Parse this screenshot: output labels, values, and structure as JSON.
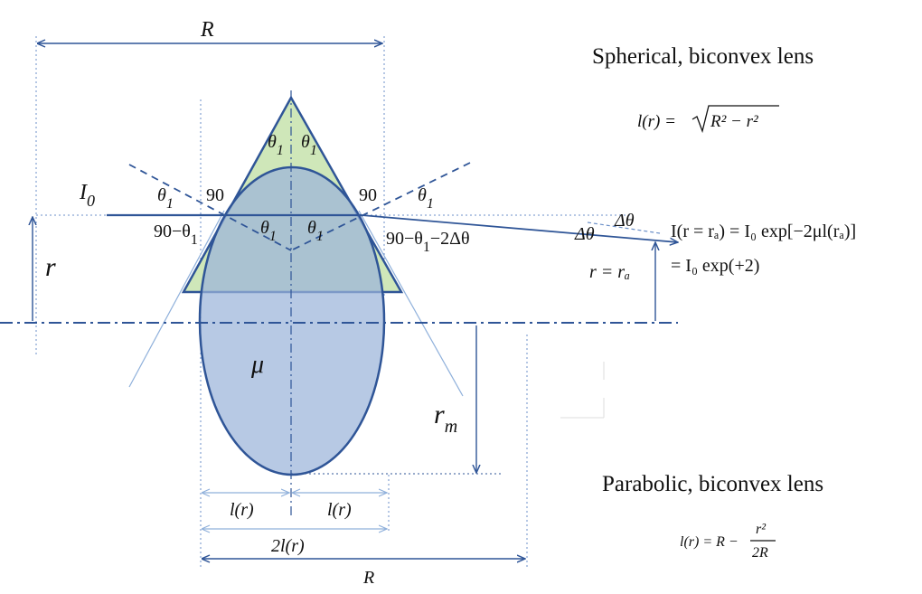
{
  "colors": {
    "line": "#2f5597",
    "light_line": "#8fb0db",
    "triangle_fill": "#cfe7b9",
    "ellipse_fill": "#9bb4d9",
    "text": "#111111"
  },
  "headings": {
    "spherical": "Spherical, biconvex lens",
    "parabolic": "Parabolic, biconvex lens"
  },
  "formulas": {
    "spherical": {
      "lhs": "l(r) =",
      "sqrt_content": "R² − r²"
    },
    "parabolic": {
      "lhs": "l(r) = R −",
      "numerator": "r²",
      "denominator": "2R"
    },
    "intensity_line1": "I(r = rₐ) = I₀ exp[−2μl(rₐ)]",
    "intensity_line2": "= I₀ exp(+2)"
  },
  "labels": {
    "R_top": "R",
    "R_bottom": "R",
    "r": "r",
    "r_m": "r",
    "r_m_sub": "m",
    "r_eq_ra": "r = rₐ",
    "I0": "I",
    "I0_sub": "0",
    "mu": "μ",
    "l_r_left": "l(r)",
    "l_r_right": "l(r)",
    "two_l_r": "2l(r)",
    "theta": "θ",
    "theta_sub": "1",
    "ninety": "90",
    "ninety_minus_theta": "90−θ",
    "ninety_minus_theta_2d": "90−θ",
    "ninety_minus_theta_2d_tail": "−2Δθ",
    "delta_theta": "Δθ"
  }
}
